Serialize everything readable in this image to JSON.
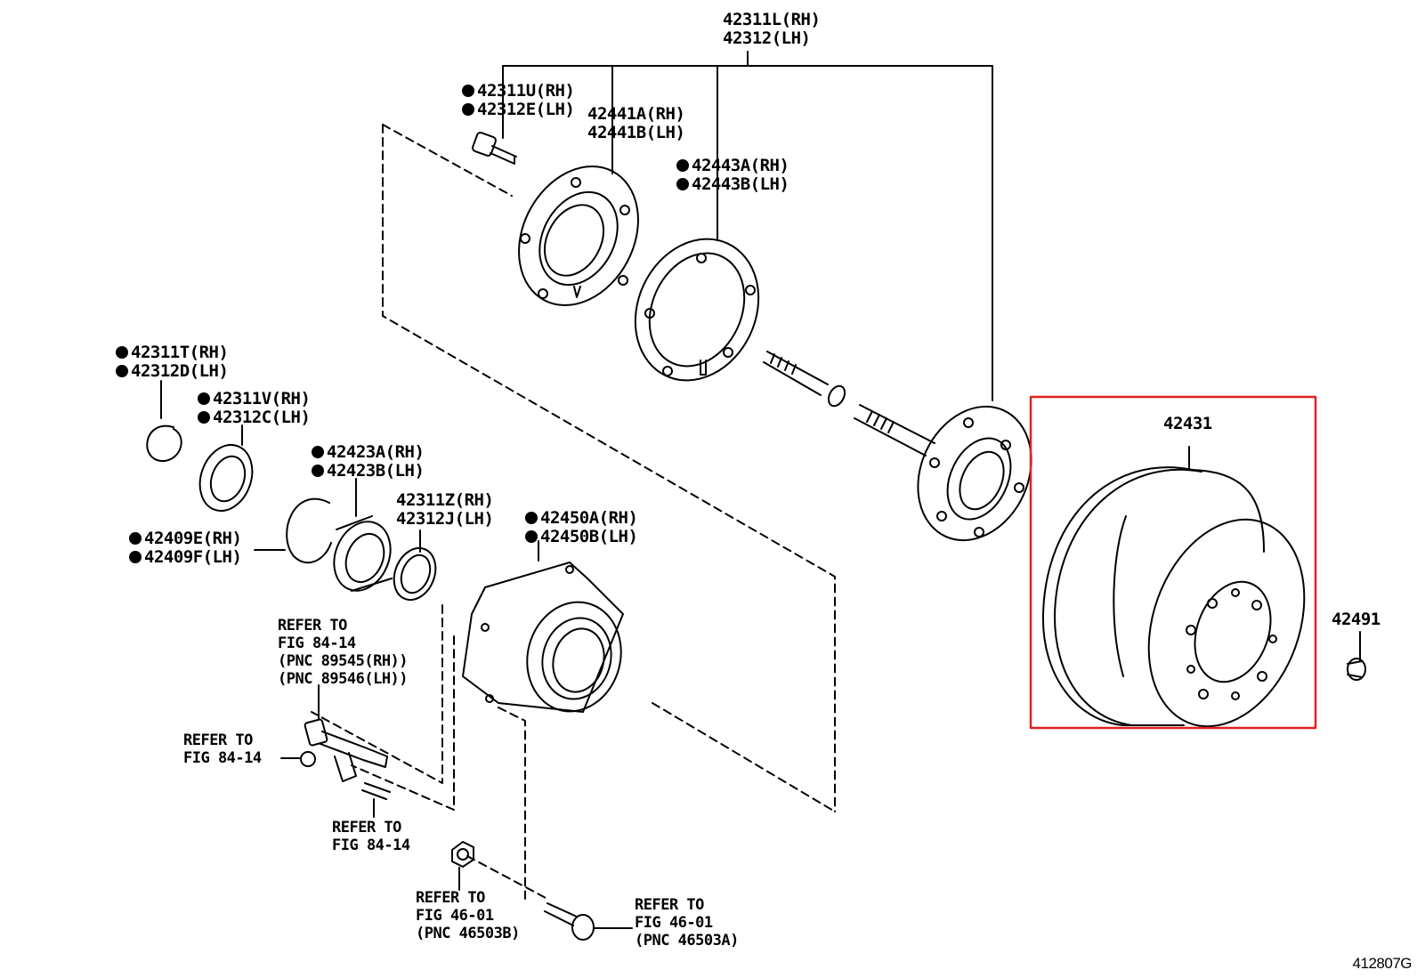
{
  "labels": {
    "p42311L": [
      "42311L(RH)",
      "42312(LH)"
    ],
    "p42311U": [
      "42311U(RH)",
      "42312E(LH)"
    ],
    "p42441A": [
      "42441A(RH)",
      "42441B(LH)"
    ],
    "p42443A": [
      "42443A(RH)",
      "42443B(LH)"
    ],
    "p42311T": [
      "42311T(RH)",
      "42312D(LH)"
    ],
    "p42311V": [
      "42311V(RH)",
      "42312C(LH)"
    ],
    "p42423A": [
      "42423A(RH)",
      "42423B(LH)"
    ],
    "p42311Z": [
      "42311Z(RH)",
      "42312J(LH)"
    ],
    "p42450A": [
      "42450A(RH)",
      "42450B(LH)"
    ],
    "p42409E": [
      "42409E(RH)",
      "42409F(LH)"
    ],
    "p42431": [
      "42431"
    ],
    "p42491": [
      "42491"
    ]
  },
  "refs": {
    "sensor": [
      "REFER TO",
      "FIG 84-14",
      "(PNC 89545(RH))",
      "(PNC 89546(LH))"
    ],
    "clip": [
      "REFER TO",
      "FIG 84-14"
    ],
    "stud_small": [
      "REFER TO",
      "FIG 84-14"
    ],
    "nut": [
      "REFER TO",
      "FIG 46-01",
      "(PNC 46503B)"
    ],
    "bolt": [
      "REFER TO",
      "FIG 46-01",
      "(PNC 46503A)"
    ]
  },
  "diagram_code": "412807G",
  "highlight_color": "#e02020"
}
